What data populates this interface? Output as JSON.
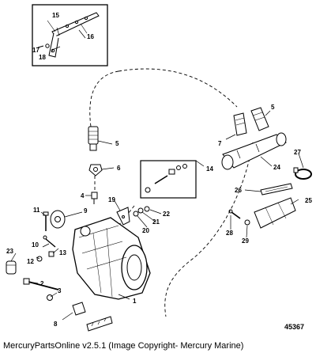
{
  "callouts": [
    "1",
    "2",
    "3",
    "4",
    "5",
    "5",
    "6",
    "7",
    "8",
    "9",
    "10",
    "11",
    "12",
    "13",
    "14",
    "15",
    "16",
    "17",
    "18",
    "19",
    "20",
    "21",
    "22",
    "23",
    "24",
    "25",
    "26",
    "27",
    "28",
    "29"
  ],
  "figure_number": "45367",
  "caption": "MercuryPartsOnline v2.5.1 (Image Copyright- Mercury Marine)"
}
